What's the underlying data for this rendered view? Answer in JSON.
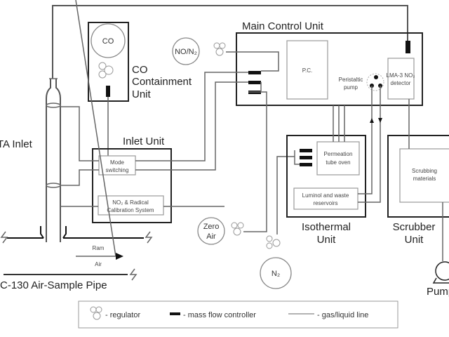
{
  "units": {
    "main_control": "Main Control Unit",
    "co_containment": [
      "CO",
      "Containment",
      "Unit"
    ],
    "inlet": "Inlet Unit",
    "isothermal": [
      "Isothermal",
      "Unit"
    ],
    "scrubber": [
      "Scrubber",
      "Unit"
    ],
    "cvi_inlet": "TA Inlet",
    "air_sample_pipe": "C-130 Air-Sample Pipe",
    "pump": "Pump"
  },
  "components": {
    "pc": "P.C.",
    "peristaltic_pump": [
      "Peristaltic",
      "pump"
    ],
    "detector": [
      "LMA-3 NO₂",
      "detector"
    ],
    "mode_switching": [
      "Mode",
      "switching"
    ],
    "calibration": [
      "NO₂ & Radical",
      "Calibration System"
    ],
    "permeation": [
      "Permeation",
      "tube oven"
    ],
    "reservoirs": [
      "Luminol and waste",
      "reservoirs"
    ],
    "scrubbing": [
      "Scrubbing",
      "materials"
    ],
    "ram_air": [
      "Ram",
      "Air"
    ]
  },
  "gases": {
    "co": "CO",
    "no_n2": "NO/N₂",
    "zero_air": [
      "Zero",
      "Air"
    ],
    "n2": "N₂"
  },
  "legend": {
    "regulator": "- regulator",
    "mfc": "- mass flow controller",
    "line": "- gas/liquid line"
  }
}
